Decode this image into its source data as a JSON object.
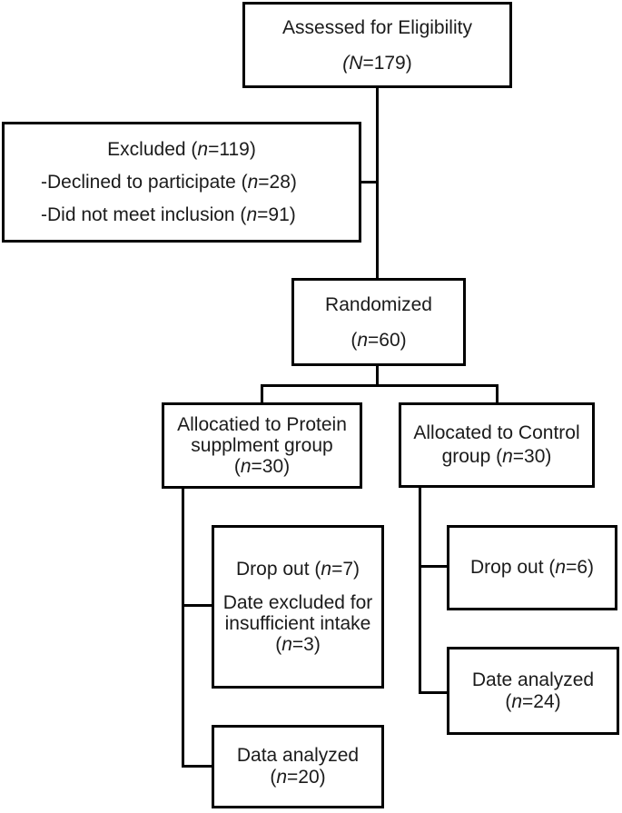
{
  "diagram": {
    "type": "consort-flowchart",
    "colors": {
      "line": "#000000",
      "background": "#ffffff",
      "text": "#1b1b1b"
    },
    "boxes": {
      "assessed": {
        "lines": [
          "Assessed for Eligibility",
          "*(N*=179)"
        ]
      },
      "excluded": {
        "lines": [
          "Excluded (*n*=119)",
          "-Declined to participate (*n*=28)",
          "-Did not meet inclusion (*n*=91)"
        ]
      },
      "randomized": {
        "lines": [
          "Randomized",
          "(*n*=60)"
        ]
      },
      "alloc_protein": {
        "lines": [
          "Allocatied to Protein",
          "supplment group",
          "(*n*=30)"
        ]
      },
      "alloc_control": {
        "lines": [
          "Allocated to Control",
          "group (*n*=30)"
        ]
      },
      "dropout_protein": {
        "lines": [
          "Drop out (*n*=7)",
          "Date excluded for",
          "insufficient intake",
          "(*n*=3)"
        ]
      },
      "dropout_control": {
        "lines": [
          "Drop out (*n*=6)"
        ]
      },
      "analyzed_control": {
        "lines": [
          "Date analyzed",
          "(*n*=24)"
        ]
      },
      "analyzed_protein": {
        "lines": [
          "Data analyzed",
          "(*n*=20)"
        ]
      }
    }
  }
}
